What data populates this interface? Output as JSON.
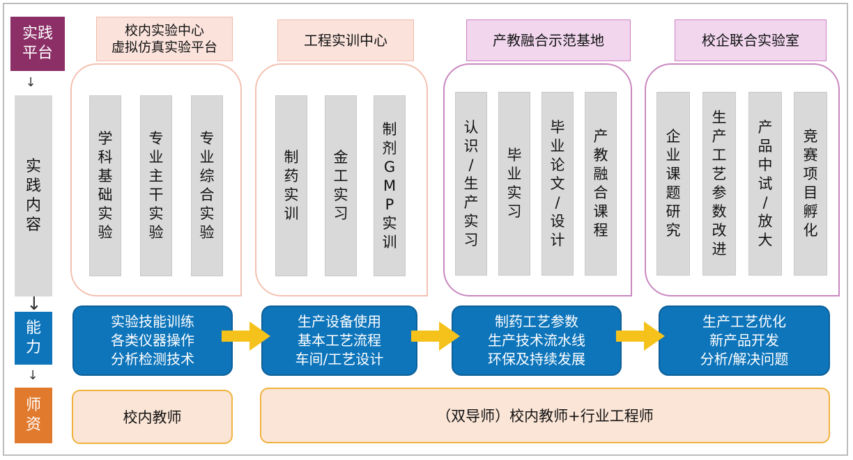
{
  "colors": {
    "platform_label": "#8b2f66",
    "content_label": "#d9d9d9",
    "ability_label": "#0e75bb",
    "faculty_label": "#e27a2e",
    "arrow": "#f5c21b"
  },
  "left_labels": {
    "platform": "实践平台",
    "content": "实践内容",
    "ability": "能力",
    "faculty": "师资",
    "arrow_glyph": "↓"
  },
  "platforms": [
    {
      "title": "校内实验中心\n虚拟仿真实验平台",
      "items": [
        "学科基础实验",
        "专业主干实验",
        "专业综合实验"
      ]
    },
    {
      "title": "工程实训中心",
      "items": [
        "制药实训",
        "金工实习",
        "制剂GMP实训"
      ]
    },
    {
      "title": "产教融合示范基地",
      "items": [
        "认识/生产实习",
        "毕业实习",
        "毕业论文/设计",
        "产教融合课程"
      ]
    },
    {
      "title": "校企联合实验室",
      "items": [
        "企业课题研究",
        "生产工艺参数改进",
        "产品中试/放大",
        "竞赛项目孵化"
      ]
    }
  ],
  "abilities": [
    [
      "实验技能训练",
      "各类仪器操作",
      "分析检测技术"
    ],
    [
      "生产设备使用",
      "基本工艺流程",
      "车间/工艺设计"
    ],
    [
      "制药工艺参数",
      "生产技术流水线",
      "环保及持续发展"
    ],
    [
      "生产工艺优化",
      "新产品开发",
      "分析/解决问题"
    ]
  ],
  "faculty": {
    "left": "校内教师",
    "right": "（双导师）校内教师+行业工程师"
  }
}
